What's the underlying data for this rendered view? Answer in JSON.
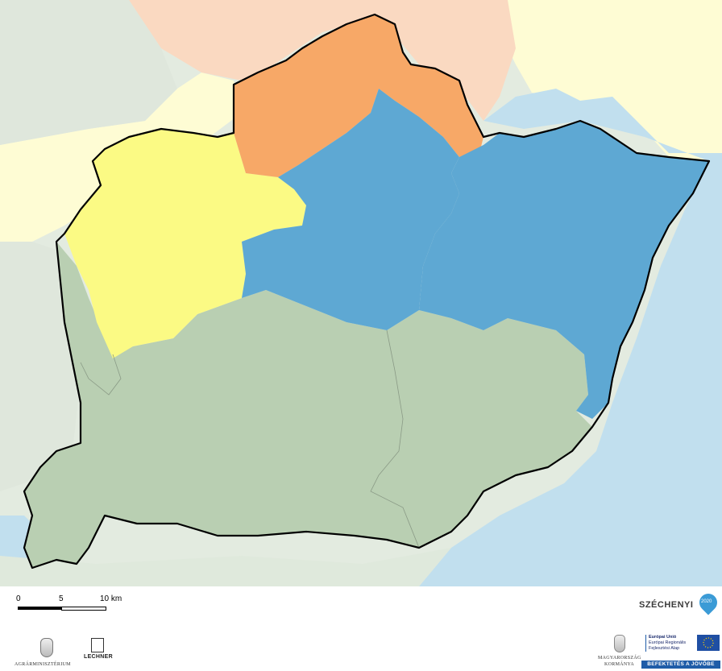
{
  "map": {
    "regions": [
      {
        "id": "orange-north",
        "color": "#f7a867"
      },
      {
        "id": "yellow-west",
        "color": "#fbfa84"
      },
      {
        "id": "blue-central",
        "color": "#5ea8d3"
      },
      {
        "id": "blue-east",
        "color": "#5ea8d3"
      },
      {
        "id": "green-south",
        "color": "#b9cfb2"
      }
    ],
    "background_colors": {
      "water": "#c1dfee",
      "light_yellow": "#fefcd4",
      "light_orange": "#fad9c1",
      "light_green": "#e3ebe0",
      "border": "#000000"
    }
  },
  "scale_bar": {
    "labels": [
      "0",
      "5",
      "10 km"
    ]
  },
  "footer": {
    "left_logo_ministry": "AGRÁRMINISZTÉRIUM",
    "left_logo_lechner": "LECHNER",
    "szechenyi_text": "SZÉCHENYI",
    "szechenyi_badge": "2020",
    "hungary_gov_line1": "MAGYARORSZÁG",
    "hungary_gov_line2": "KORMÁNYA",
    "eu_line1": "Európai Unió",
    "eu_line2": "Európai Regionális",
    "eu_line3": "Fejlesztési Alap",
    "befektetes": "BEFEKTETÉS A JÖVŐBE"
  }
}
